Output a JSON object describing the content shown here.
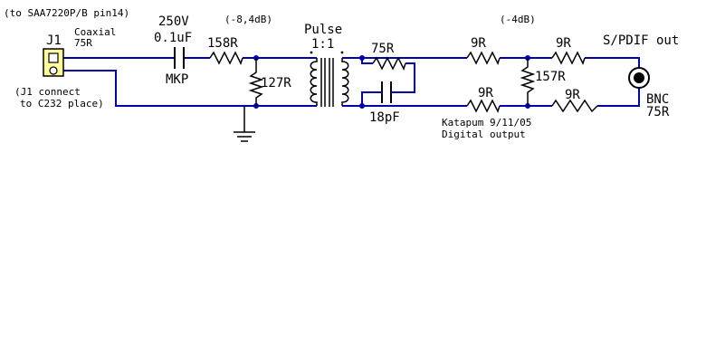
{
  "labels": {
    "to_saa": "(to SAA7220P/B pin14)",
    "j1": "J1",
    "coaxial": "Coaxial",
    "r75_top": "75R",
    "j1_connect": "(J1 connect",
    "c232": "to C232 place)",
    "v250": "250V",
    "cap_value": "0.1uF",
    "mkp": "MKP",
    "r158": "158R",
    "db_84": "(-8,4dB)",
    "r127": "127R",
    "pulse": "Pulse",
    "ratio": "1:1",
    "r75_mid": "75R",
    "c18p": "18pF",
    "r9_a": "9R",
    "r9_b": "9R",
    "db_4": "(-4dB)",
    "r157": "157R",
    "r9_c": "9R",
    "r9_d": "9R",
    "spdif": "S/PDIF out",
    "bnc": "BNC",
    "bnc_r": "75R",
    "author": "Katapum 9/11/05",
    "digital": "Digital output"
  },
  "colors": {
    "wire": "#0000aa",
    "component": "#000000",
    "background": "#ffffff",
    "connector_fill": "#ffffa0"
  }
}
